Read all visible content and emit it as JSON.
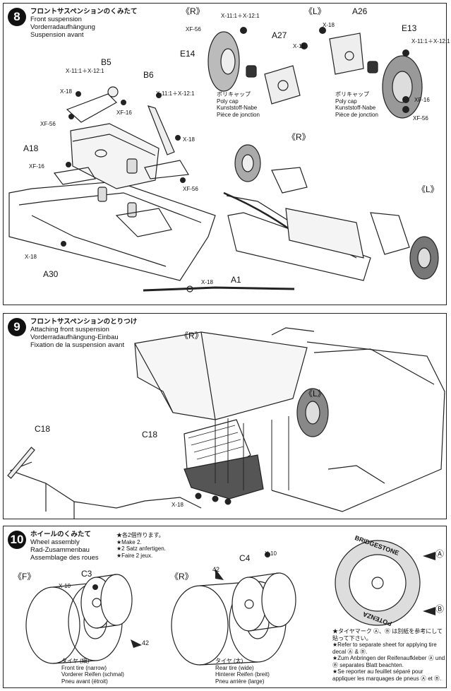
{
  "step8": {
    "number": "8",
    "title_jp": "フロントサスペンションのくみたて",
    "title_en": "Front suspension",
    "title_de": "Vorderradaufhängung",
    "title_fr": "Suspension avant",
    "part_labels": [
      "B5",
      "B6",
      "A18",
      "A30",
      "E14",
      "A27",
      "A26",
      "E13",
      "A1"
    ],
    "paint_ratio": "X-11:1＋X-12:1",
    "paint_xf56": "XF-56",
    "paint_xf16": "XF-16",
    "paint_x18": "X-18",
    "right_label": "《R》",
    "left_label": "《L》",
    "polycap_jp": "ポリキャップ",
    "polycap_en": "Poly cap",
    "polycap_de": "Kunststoff-Nabe",
    "polycap_fr": "Pièce de jonction"
  },
  "step9": {
    "number": "9",
    "title_jp": "フロントサスペンションのとりつけ",
    "title_en": "Attaching front suspension",
    "title_de": "Vorderradaufhängung-Einbau",
    "title_fr": "Fixation de la suspension avant",
    "part_labels": [
      "C18",
      "C18"
    ],
    "paint_x18": "X-18",
    "right_label": "《R》",
    "left_label": "《L》"
  },
  "step10": {
    "number": "10",
    "title_jp": "ホイールのくみたて",
    "title_en": "Wheel assembly",
    "title_de": "Rad-Zusammenbau",
    "title_fr": "Assemblage des roues",
    "make_jp": "★各2個作ります。",
    "make_en": "★Make 2.",
    "make_de": "★2 Satz anfertigen.",
    "make_fr": "★Faire 2 jeux.",
    "front_label": "《F》",
    "rear_label": "《R》",
    "front_part": "C3",
    "rear_part": "C4",
    "paint_x10": "X-10",
    "decal_num": "42",
    "front_tire_jp": "タイヤ (細)",
    "front_tire_en": "Front tire (narrow)",
    "front_tire_de": "Vorderer Reifen (schmal)",
    "front_tire_fr": "Pneu avant (étroit)",
    "rear_tire_jp": "タイヤ (太)",
    "rear_tire_en": "Rear tire (wide)",
    "rear_tire_de": "Hinterer Reifen (breit)",
    "rear_tire_fr": "Pneu arrière (large)",
    "brand_text": "BRIDGESTONE",
    "brand_text2": "POTENZA",
    "decal_a": "Ⓐ",
    "decal_b": "Ⓑ",
    "decal_note_jp": "★タイヤマーク Ⓐ、Ⓑ は別紙を参考にして貼って下さい。",
    "decal_note_en": "★Refer to separate sheet for applying tire decal Ⓐ & Ⓑ.",
    "decal_note_de": "★Zum Anbringen der Reifenaufkleber Ⓐ und Ⓑ separates Blatt beachten.",
    "decal_note_fr": "★Se reporter au feuillet séparé pour appliquer les marquages de pneus Ⓐ et Ⓑ."
  }
}
